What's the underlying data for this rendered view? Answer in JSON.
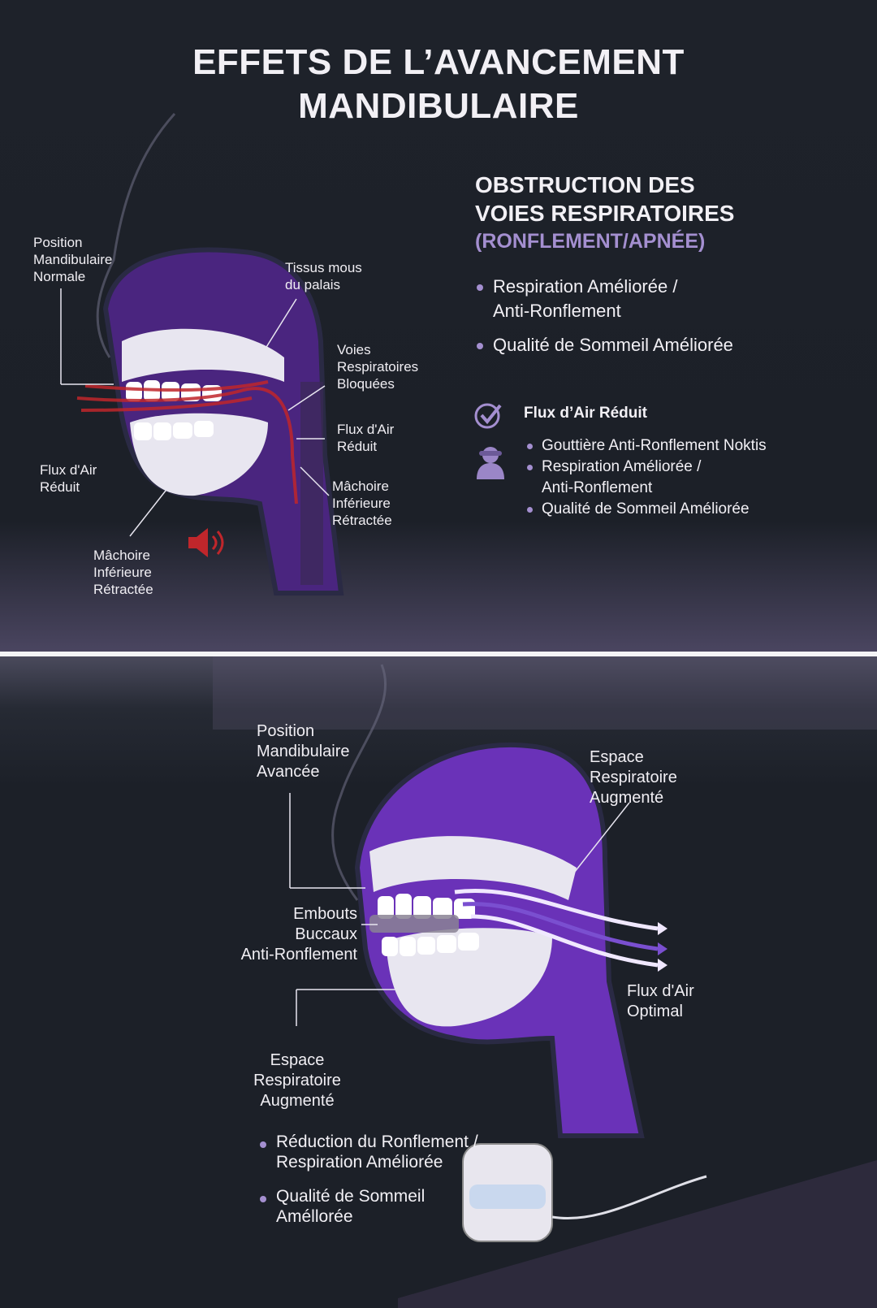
{
  "title": {
    "line1": "EFFETS DE L’AVANCEMENT",
    "line2": "MANDIBULAIRE"
  },
  "top_panel": {
    "heading": {
      "line1": "OBSTRUCTION DES",
      "line2": "VOIES RESPIRATOIRES",
      "line3": "(RONFLEMENT/APNÉE)"
    },
    "bullets": [
      {
        "line1": "Respiration Améliorée /",
        "line2": "Anti-Ronflement"
      },
      {
        "line1": "Qualité de Sommeil Améliorée"
      }
    ],
    "check_heading": "Flux d’Air Réduit",
    "sub_bullets": [
      {
        "line1": "Gouttière Anti-Ronflement Noktis"
      },
      {
        "line1": "Respiration Améliorée /",
        "line2": "Anti-Ronflement"
      },
      {
        "line1": "Qualité de Sommeil Améliorée"
      }
    ],
    "labels": {
      "position": [
        "Position",
        "Mandibulaire",
        "Normale"
      ],
      "tissus": [
        "Tissus mous",
        "du palais"
      ],
      "voies": [
        "Voies",
        "Respiratoires",
        "Bloquées"
      ],
      "flux_right": [
        "Flux d'Air",
        "Réduit"
      ],
      "machoire_right": [
        "Mâchoire",
        "Inférieure",
        "Rétractée"
      ],
      "flux_left": [
        "Flux d'Air",
        "Réduit"
      ],
      "machoire_left": [
        "Mâchoire",
        "Inférieure",
        "Rétractée"
      ]
    },
    "colors": {
      "airflow": "#c0262b",
      "purple": "#5b2d9e"
    }
  },
  "bottom_panel": {
    "labels": {
      "position": [
        "Position",
        "Mandibulaire",
        "Avancée"
      ],
      "espace_top": [
        "Espace",
        "Respiratoire",
        "Augmenté"
      ],
      "embouts": [
        "Embouts",
        "Buccaux",
        "Anti-Ronflement"
      ],
      "flux": [
        "Flux d'Air",
        "Optimal"
      ],
      "espace_bottom": [
        "Espace",
        "Respiratoire",
        "Augmenté"
      ]
    },
    "bullets": [
      {
        "line1": "Réduction du Ronflement /",
        "line2": "Respiration Améliorée"
      },
      {
        "line1": "Qualité de Sommeil",
        "line2": "Améllorée"
      }
    ],
    "colors": {
      "airflow": "#f0e8ff",
      "purple": "#7a3fc4"
    }
  }
}
